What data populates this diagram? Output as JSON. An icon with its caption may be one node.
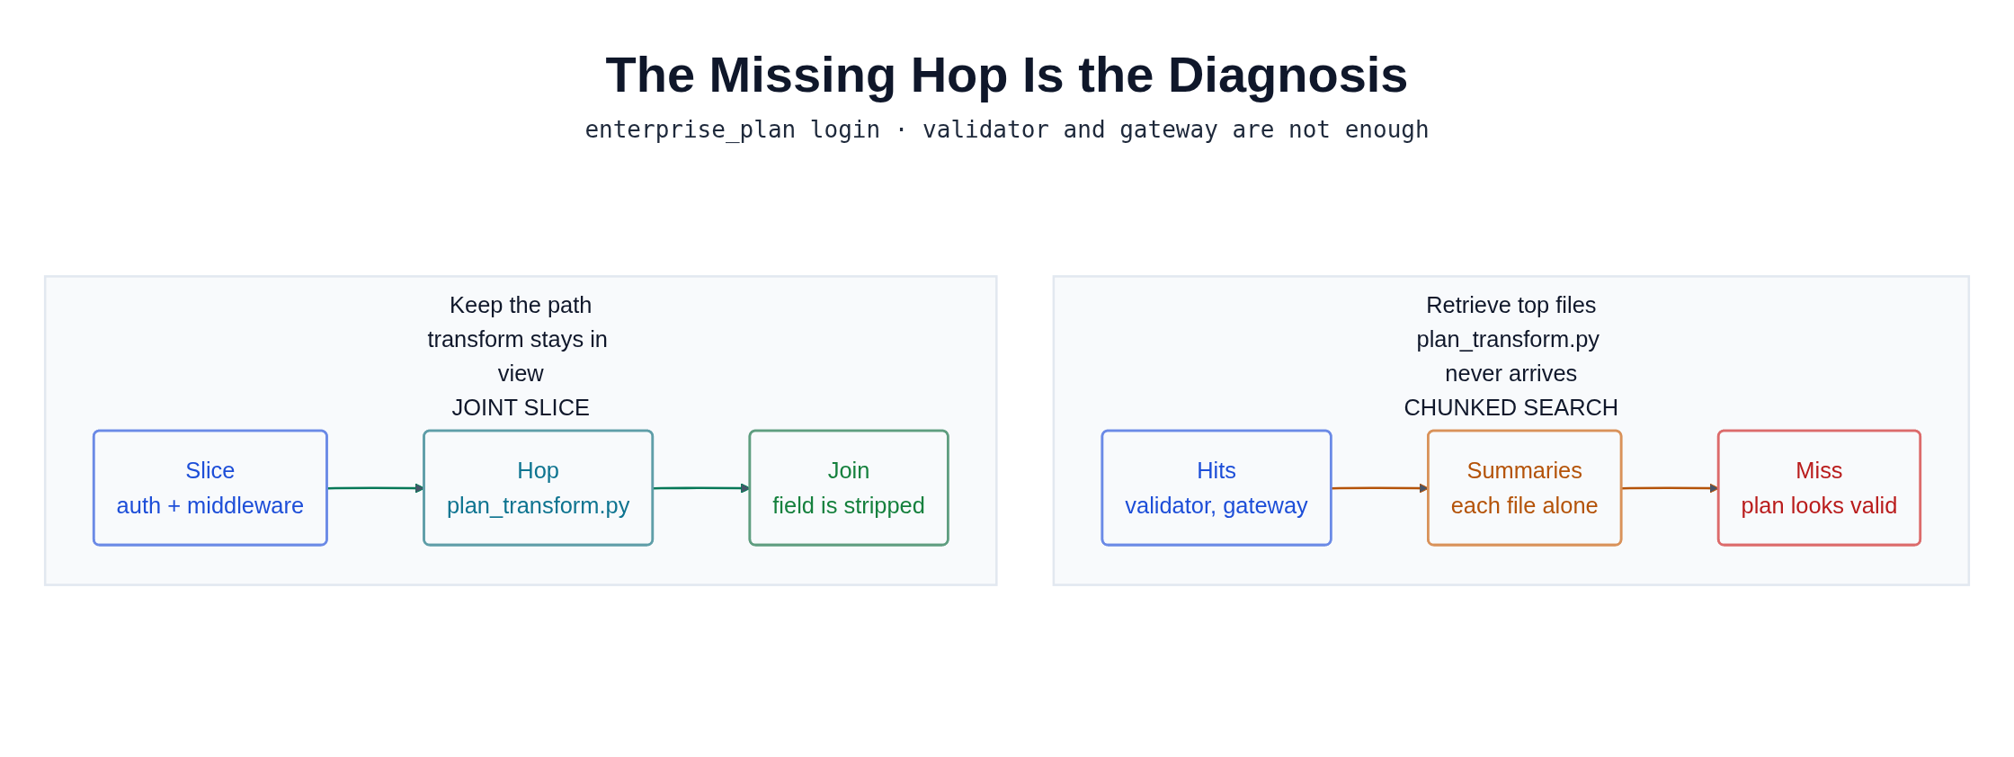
{
  "diagram": {
    "title": "The Missing Hop Is the Diagnosis",
    "nodes": [
      {
        "text": [
          "Retrieve top files",
          "plan_transform.py never arrives",
          "CHUNKED SEARCH"
        ]
      },
      {
        "text": [
          "Hits",
          "validator, gateway"
        ],
        "in": 0
      },
      {
        "text": [
          "Summaries",
          "each file alone"
        ],
        "in": 0
      },
      {
        "text": [
          "Miss",
          "plan looks valid"
        ],
        "in": 0
      },
      {
        "text": [
          "Keep the path",
          "transform stays in view",
          "JOINT SLICE"
        ]
      },
      {
        "text": [
          "Slice",
          "auth + middleware"
        ],
        "in": 4
      },
      {
        "text": [
          "Hop",
          "plan_transform.py"
        ],
        "in": 4
      },
      {
        "text": [
          "Join",
          "field is stripped"
        ],
        "in": 4
      }
    ],
    "edges": [
      {
        "from": 1,
        "to": 2,
        "arrow": "to",
        "color": "#b45309"
      },
      {
        "from": 2,
        "to": 3,
        "arrow": "to",
        "color": "#b45309"
      },
      {
        "from": 5,
        "to": 6,
        "arrow": "to",
        "color": "#047857"
      },
      {
        "from": 6,
        "to": 7,
        "arrow": "to",
        "color": "#047857"
      }
    ],
    "labels": [
      "enterprise_plan login · validator and gateway are not enough"
    ]
  }
}
